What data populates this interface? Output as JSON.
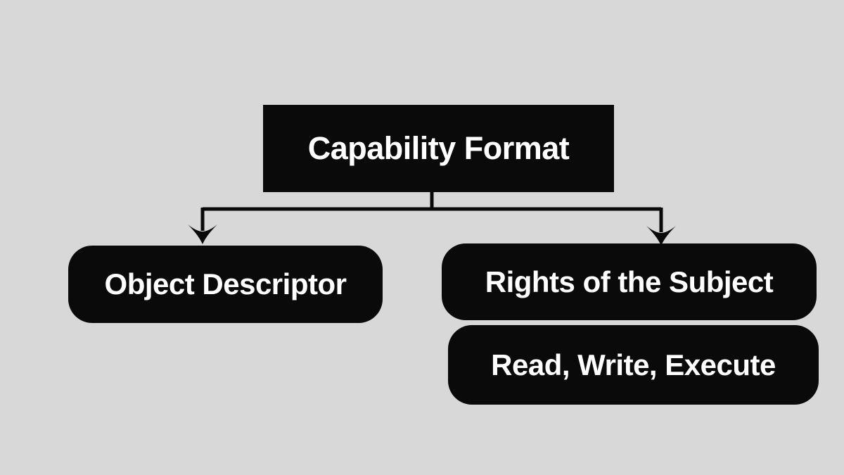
{
  "diagram": {
    "type": "tree-flowchart",
    "colors": {
      "background": "#d8d8d8",
      "node_fill": "#0a0a0a",
      "node_text": "#ffffff",
      "connector": "#0a0a0a"
    },
    "root": {
      "label": "Capability Format"
    },
    "branches": [
      {
        "label": "Object Descriptor"
      },
      {
        "label": "Rights of the Subject",
        "sub_label": "Read, Write, Execute"
      }
    ]
  }
}
